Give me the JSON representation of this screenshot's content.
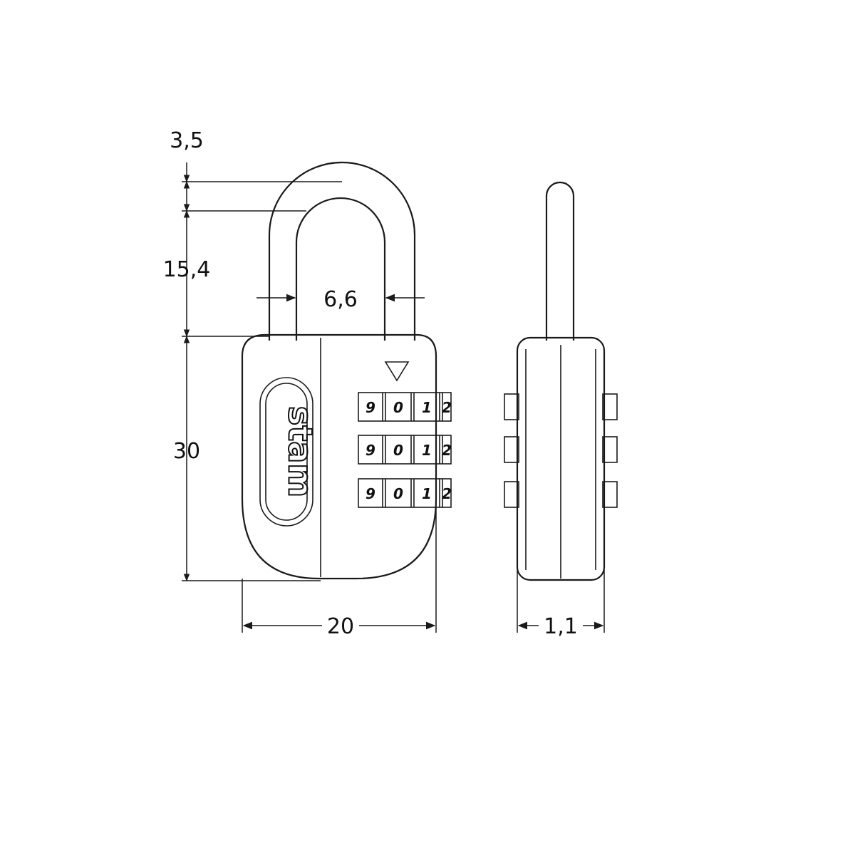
{
  "dimensions": {
    "shackle_thickness": "3,5",
    "shackle_height": "15,4",
    "shackle_inner_width": "6,6",
    "body_height": "30",
    "body_width": "20",
    "side_thickness": "1,1"
  },
  "lock": {
    "brand": "stam",
    "dial_digits": [
      "9",
      "0",
      "1",
      "2"
    ],
    "dial_rows": 3
  },
  "colors": {
    "line": "#1a1a1a",
    "background": "#ffffff"
  }
}
